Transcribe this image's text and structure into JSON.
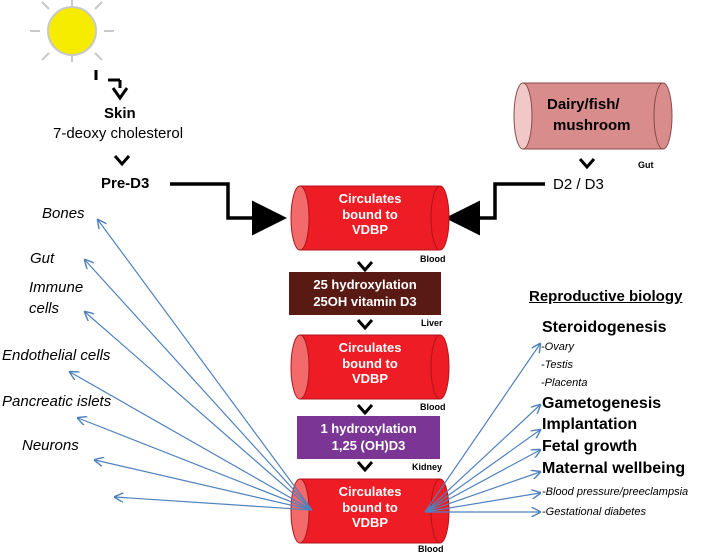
{
  "sources": {
    "skin": {
      "title": "Skin",
      "subtitle": "7-deoxy cholesterol",
      "pre_d3": "Pre-D3"
    },
    "diet": {
      "label_line1": "Dairy/fish/",
      "label_line2": "mushroom",
      "organ": "Gut",
      "d2d3": "D2 / D3"
    }
  },
  "pathway": {
    "blood1": {
      "line1": "Circulates",
      "line2": "bound to",
      "line3": "VDBP",
      "organ": "Blood"
    },
    "liver": {
      "line1": "25 hydroxylation",
      "line2": "25OH vitamin D3",
      "organ": "Liver"
    },
    "blood2": {
      "line1": "Circulates",
      "line2": "bound to",
      "line3": "VDBP",
      "organ": "Blood"
    },
    "kidney": {
      "line1": "1 hydroxylation",
      "line2": "1,25 (OH)D3",
      "organ": "Kidney"
    },
    "blood3": {
      "line1": "Circulates",
      "line2": "bound to",
      "line3": "VDBP",
      "organ": "Blood"
    }
  },
  "targets_left": [
    "Bones",
    "Gut",
    "Immune",
    "cells",
    "Endothelial cells",
    "Pancreatic islets",
    "Neurons"
  ],
  "reproductive": {
    "heading": "Reproductive biology",
    "steroidogenesis": "Steroidogenesis",
    "steroid_items": [
      "-Ovary",
      "-Testis",
      "-Placenta"
    ],
    "gametogenesis": "Gametogenesis",
    "implantation": "Implantation",
    "fetal_growth": "Fetal growth",
    "maternal": "Maternal wellbeing",
    "maternal_items": [
      "-Blood pressure/preeclampsia",
      "-Gestational diabetes"
    ]
  },
  "colors": {
    "cylinder_red": "#ee1c24",
    "cylinder_cap": "#f36a6a",
    "diet_cylinder": "#d98c8c",
    "diet_cap": "#f0c8c8",
    "liver_box": "#5a1a14",
    "kidney_box": "#7a3595",
    "arrow_blue": "#4f81bd",
    "sun_fill": "#f5ec00"
  },
  "icons": [
    "sun-icon",
    "chevron-down-icon",
    "elbow-arrow-icon"
  ]
}
